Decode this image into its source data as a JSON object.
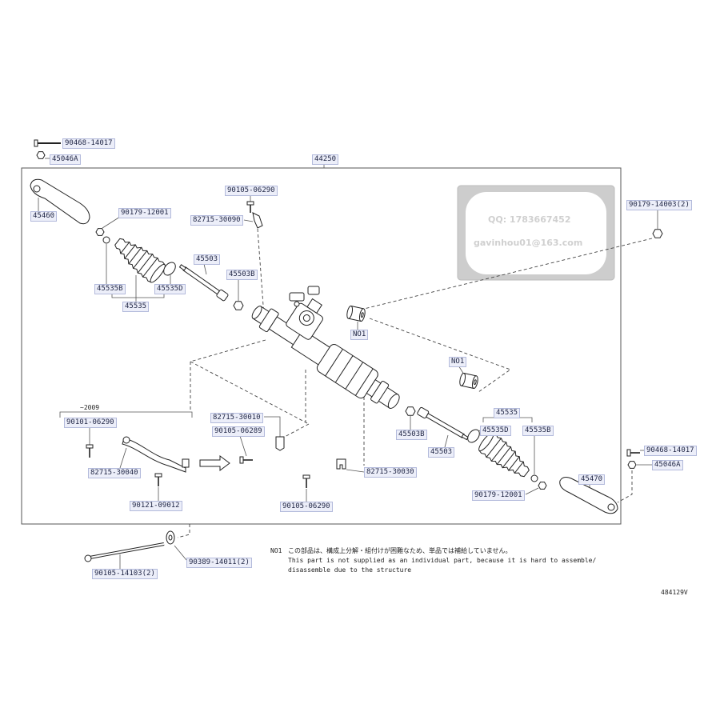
{
  "callouts": {
    "bolt_tl": "90468-14017",
    "nut_tl": "45046A",
    "rack_assy": "44250",
    "tie_rod_end_lh": "45460",
    "nut_lh": "90179-12001",
    "bolt_top": "90105-06290",
    "clip_top": "82715-30090",
    "rack_end_lh": "45503",
    "lock_nut_lh": "45503B",
    "clamp_outer_lh": "45535B",
    "clamp_inner_lh": "45535D",
    "boot_lh": "45535",
    "nut_tr": "90179-14003(2)",
    "no1_a": "NO1",
    "no1_b": "NO1",
    "variant": "~2009",
    "bolt_variant": "90101-06290",
    "clip_center": "82715-30010",
    "bolt_center": "90105-06289",
    "clamp_variant": "82715-30040",
    "bolt_variant_lower": "90121-09012",
    "bolt_lower": "90105-06290",
    "clip_lower": "82715-30030",
    "lock_nut_rh": "45503B",
    "rack_end_rh": "45503",
    "boot_rh": "45535",
    "clamp_inner_rh": "45535D",
    "clamp_outer_rh": "45535B",
    "nut_rh": "90179-12001",
    "tie_rod_end_rh": "45470",
    "bolt_r": "90468-14017",
    "nut_r": "45046A",
    "mount_bolt": "90105-14103(2)",
    "mount_washer": "90389-14011(2)"
  },
  "note": {
    "code": "NO1",
    "jp": "この部品は、構成上分解・組付けが困難なため、単品では補給していません。",
    "en_line1": "This part is not supplied as an individual part, because it is hard to assemble/",
    "en_line2": "disassemble due to the structure"
  },
  "watermark": {
    "qq": "QQ: 1783667452",
    "email": "gavinhou01@163.com"
  },
  "figure_code": "484129V"
}
